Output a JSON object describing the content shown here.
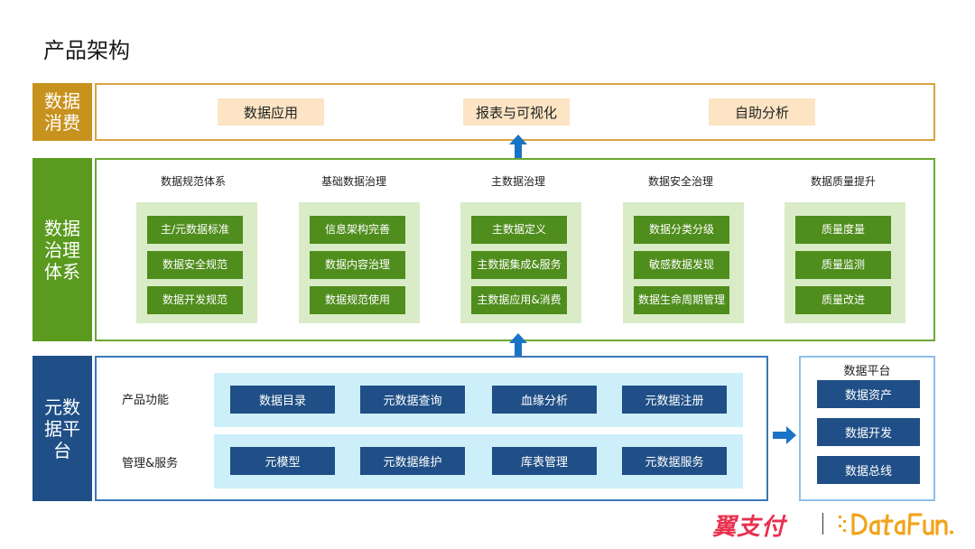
{
  "title": "产品架构",
  "consumption": {
    "label": "数据消费",
    "items": [
      "数据应用",
      "报表与可视化",
      "自助分析"
    ]
  },
  "governance": {
    "label": "数据治理体系",
    "columns": [
      {
        "title": "数据规范体系",
        "items": [
          "主/元数据标准",
          "数据安全规范",
          "数据开发规范"
        ]
      },
      {
        "title": "基础数据治理",
        "items": [
          "信息架构完善",
          "数据内容治理",
          "数据规范使用"
        ]
      },
      {
        "title": "主数据治理",
        "items": [
          "主数据定义",
          "主数据集成&服务",
          "主数据应用&消费"
        ]
      },
      {
        "title": "数据安全治理",
        "items": [
          "数据分类分级",
          "敏感数据发现",
          "数据生命周期管理"
        ]
      },
      {
        "title": "数据质量提升",
        "items": [
          "质量度量",
          "质量监测",
          "质量改进"
        ]
      }
    ]
  },
  "metadata_platform": {
    "label": "元数据平台",
    "rows": [
      {
        "label": "产品功能",
        "items": [
          "数据目录",
          "元数据查询",
          "血缘分析",
          "元数据注册"
        ]
      },
      {
        "label": "管理&服务",
        "items": [
          "元模型",
          "元数据维护",
          "库表管理",
          "元数据服务"
        ]
      }
    ]
  },
  "data_platform": {
    "title": "数据平台",
    "items": [
      "数据资产",
      "数据开发",
      "数据总线"
    ]
  },
  "logos": {
    "brand1": "翼支付",
    "brand2": "DataFun."
  },
  "colors": {
    "consumption": "#c8921e",
    "governance": "#5a9a1e",
    "metadata": "#1f4f86",
    "data_platform_border": "#79b3e6",
    "arrow": "#1a74c6"
  }
}
